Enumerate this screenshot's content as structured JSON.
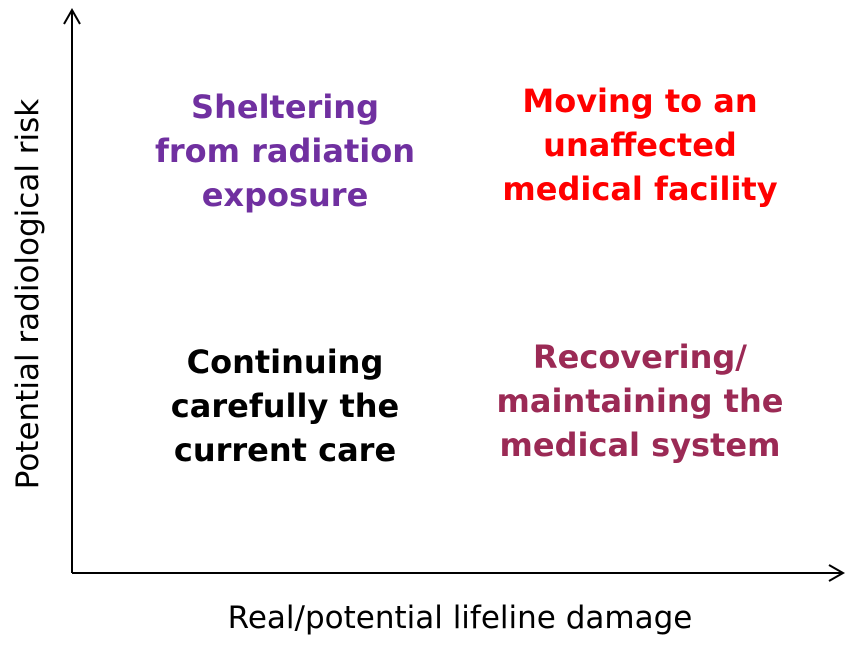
{
  "axes": {
    "x_label": "Real/potential lifeline damage",
    "y_label": "Potential radiological risk"
  },
  "quadrants": {
    "top_left": {
      "lines": [
        "Sheltering",
        "from radiation",
        "exposure"
      ],
      "color": "#7030A0"
    },
    "top_right": {
      "lines": [
        "Moving to an",
        "unaffected",
        "medical facility"
      ],
      "color": "#FF0000"
    },
    "bottom_left": {
      "lines": [
        "Continuing",
        "carefully the",
        "current care"
      ],
      "color": "#000000"
    },
    "bottom_right": {
      "lines": [
        "Recovering/",
        "maintaining the",
        "medical system"
      ],
      "color": "#9B2A55"
    }
  }
}
